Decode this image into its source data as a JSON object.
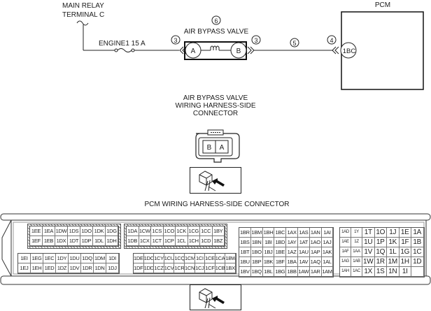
{
  "wiring_diagram": {
    "main_relay_label_line1": "MAIN RELAY",
    "main_relay_label_line2": "TERMINAL C",
    "fuse_label": "ENGINE1 15 A",
    "component_label": "AIR BYPASS VALVE",
    "component_callout": "6",
    "left_connector_callout": "3",
    "right_connector_callout": "3",
    "wire_callout": "5",
    "pcm_connector_callout": "4",
    "pcm_label": "PCM",
    "terminal_a": "A",
    "terminal_b": "B",
    "pcm_terminal": "1BC"
  },
  "valve_connector": {
    "title_line1": "AIR BYPASS VALVE",
    "title_line2": "WIRING HARNESS-SIDE",
    "title_line3": "CONNECTOR",
    "pins": [
      "B",
      "A"
    ],
    "view_icon": "harness-side-view-icon"
  },
  "pcm_connector": {
    "title": "PCM WIRING HARNESS-SIDE CONNECTOR",
    "view_icon": "harness-side-view-icon",
    "block1_hatched": [
      [
        "1EE",
        "1EA",
        "1DW",
        "1DS",
        "1DO",
        "1DK",
        "1DG"
      ],
      [
        "1EF",
        "1EB",
        "1DX",
        "1DT",
        "1DP",
        "1DL",
        "1DH"
      ]
    ],
    "block1_lower": [
      [
        "1EI",
        "1EG",
        "1EC",
        "1DY",
        "1DU",
        "1DQ",
        "1DM",
        "1DI"
      ],
      [
        "1EJ",
        "1EH",
        "1ED",
        "1DZ",
        "1DV",
        "1DR",
        "1DN",
        "1DJ"
      ]
    ],
    "block2_hatched": [
      [
        "1DA",
        "1CW",
        "1CS",
        "1CO",
        "1CK",
        "1CG",
        "1CC",
        "1BY"
      ],
      [
        "1DB",
        "1CX",
        "1CT",
        "1CP",
        "1CL",
        "1CH",
        "1CD",
        "1BZ"
      ]
    ],
    "block2_lower": [
      [
        "1DE",
        "1DC",
        "1CY",
        "1CU",
        "1CQ",
        "1CM",
        "1CI",
        "1CE",
        "1CA",
        "1BW"
      ],
      [
        "1DF",
        "1DD",
        "1CZ",
        "1CV",
        "1CR",
        "1CN",
        "1CJ",
        "1CF",
        "1CB",
        "1BX"
      ]
    ],
    "block3": [
      [
        "1BR",
        "1BM",
        "1BH",
        "1BC",
        "1AX",
        "1AS",
        "1AN",
        "1AI"
      ],
      [
        "1BS",
        "1BN",
        "1BI",
        "1BD",
        "1AY",
        "1AT",
        "1AO",
        "1AJ"
      ],
      [
        "1BT",
        "1BO",
        "1BJ",
        "1BE",
        "1AZ",
        "1AU",
        "1AP",
        "1AK"
      ],
      [
        "1BU",
        "1BP",
        "1BK",
        "1BF",
        "1BA",
        "1AV",
        "1AQ",
        "1AL"
      ],
      [
        "1BV",
        "1BQ",
        "1BL",
        "1BG",
        "1BB",
        "1AW",
        "1AR",
        "1AM"
      ]
    ],
    "block4_small": [
      [
        "1AD",
        "1AE",
        "1AF",
        "1AG",
        "1AH"
      ],
      [
        "",
        "",
        "1AA",
        "1AB",
        "1AC"
      ]
    ],
    "block4": [
      [
        "1AD",
        "1Y",
        "1T",
        "1O",
        "1J",
        "1E",
        "1A"
      ],
      [
        "1AE",
        "1Z",
        "1U",
        "1P",
        "1K",
        "1F",
        "1B"
      ],
      [
        "1AF",
        "1AA",
        "1V",
        "1Q",
        "1L",
        "1G",
        "1C"
      ],
      [
        "1AG",
        "1AB",
        "1W",
        "1R",
        "1M",
        "1H",
        "1D"
      ],
      [
        "1AH",
        "1AC",
        "1X",
        "1S",
        "1N",
        "1I",
        ""
      ]
    ]
  }
}
